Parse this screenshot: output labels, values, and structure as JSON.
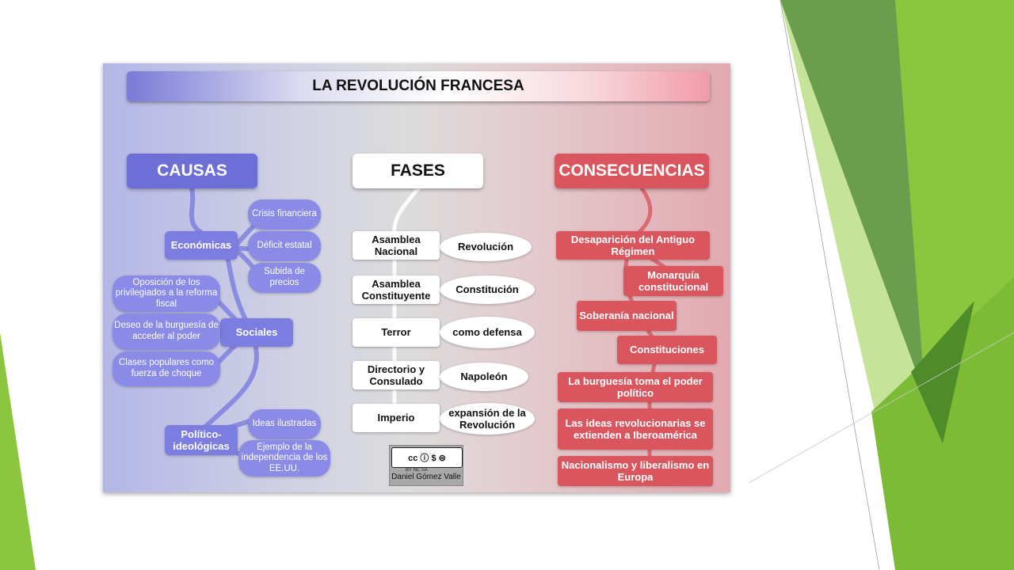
{
  "colors": {
    "causes_blue": "#6d6fd6",
    "consequences_red": "#d9565f",
    "slide_green": "#8cc63f"
  },
  "title": "LA REVOLUCIÓN FRANCESA",
  "columns": {
    "causas": "CAUSAS",
    "fases": "FASES",
    "consecuencias": "CONSECUENCIAS"
  },
  "causas": {
    "economicas": {
      "label": "Económicas",
      "items": [
        "Crisis financiera",
        "Déficit estatal",
        "Subida de precios"
      ]
    },
    "sociales": {
      "label": "Sociales",
      "items": [
        "Oposición de los privilegiados a la reforma fiscal",
        "Deseo de la burguesía de acceder al poder",
        "Clases populares como fuerza de choque"
      ]
    },
    "politico": {
      "label": "Político-ideológicas",
      "items": [
        "Ideas ilustradas",
        "Ejemplo de la independencia de los EE.UU."
      ]
    }
  },
  "fases": [
    {
      "name": "Asamblea Nacional",
      "note": "Revolución"
    },
    {
      "name": "Asamblea Constituyente",
      "note": "Constitución"
    },
    {
      "name": "Terror",
      "note": "como defensa"
    },
    {
      "name": "Directorio y Consulado",
      "note": "Napoleón"
    },
    {
      "name": "Imperio",
      "note": "expansión de la Revolución"
    }
  ],
  "consecuencias": [
    "Desaparición del Antiguo Régimen",
    "Monarquía constitucional",
    "Soberanía nacional",
    "Constituciones",
    "La burguesía toma el poder político",
    "Las ideas revolucionarias se extienden a Iberoamérica",
    "Nacionalismo y liberalismo en Europa"
  ],
  "license": {
    "badge": "cc ⓘ $ ⊜",
    "sub": "BY  NC  SA",
    "author": "Daniel Gómez Valle"
  }
}
